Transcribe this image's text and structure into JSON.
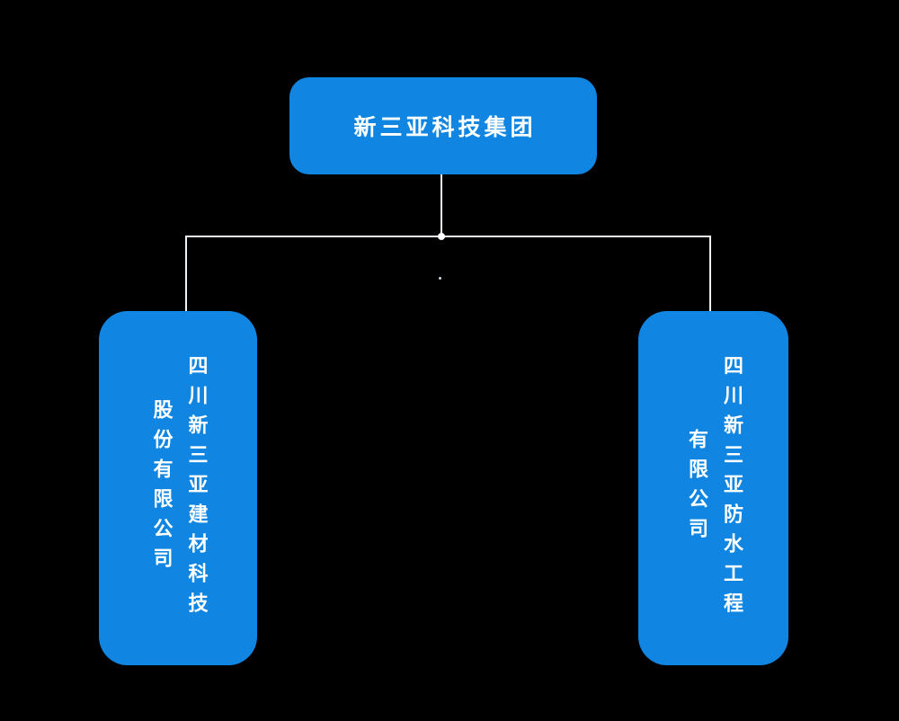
{
  "org_chart": {
    "type": "org-tree",
    "root": {
      "label": "新三亚科技集团"
    },
    "children": [
      {
        "name": "四川新三亚建材科技股份有限公司",
        "line1": "四川新三亚建材科技",
        "line2": "股份有限公司"
      },
      {
        "name": "四川新三亚防水工程有限公司",
        "line1": "四川新三亚防水工程",
        "line2": "有限公司"
      }
    ]
  },
  "colors": {
    "background": "#000000",
    "node_fill": "#1086e2",
    "node_text": "#ffffff",
    "connector": "#eef3f8"
  }
}
